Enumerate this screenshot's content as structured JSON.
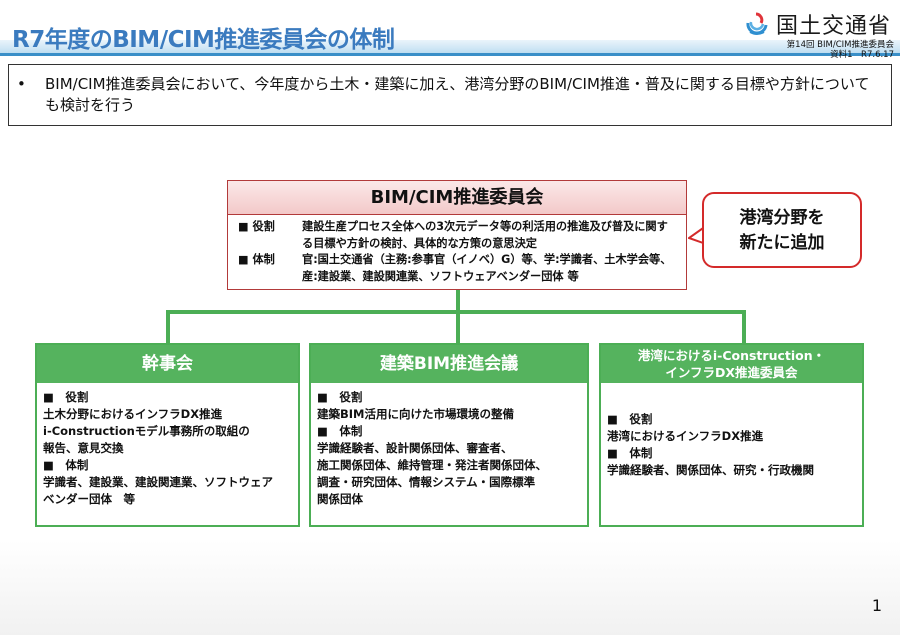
{
  "header": {
    "title": "R7年度のBIM/CIM推進委員会の体制",
    "ministry": "国土交通省",
    "meeting": "第14回 BIM/CIM推進委員会",
    "doc_ref": "資料1　R7.6.17",
    "logo_icon": "mlit-logo-icon",
    "title_color": "#3b7bbf"
  },
  "summary": {
    "bullet": "•",
    "text": "BIM/CIM推進委員会において、今年度から土木・建築に加え、港湾分野のBIM/CIM推進・普及に関する目標や方針についても検討を行う"
  },
  "main_committee": {
    "name": "BIM/CIM推進委員会",
    "role_label": "■ 役割",
    "role_text": "建設生産プロセス全体への3次元データ等の利活用の推進及び普及に関する目標や方針の検討、具体的な方策の意思決定",
    "structure_label": "■ 体制",
    "structure_text": "官:国土交通省（主務:参事官（イノベ）G）等、学:学識者、土木学会等、産:建設業、建設関連業、ソフトウェアベンダー団体 等",
    "border_color": "#b23a3a"
  },
  "callout": {
    "line1": "港湾分野を",
    "line2": "新たに追加",
    "border_color": "#d42a2a"
  },
  "subcommittees": [
    {
      "name": "幹事会",
      "role_label": "■　役割",
      "role_lines": [
        "土木分野におけるインフラDX推進",
        "i-Constructionモデル事務所の取組の",
        "報告、意見交換"
      ],
      "structure_label": "■　体制",
      "structure_lines": [
        "学識者、建設業、建設関連業、ソフトウェア",
        "ベンダー団体　等"
      ]
    },
    {
      "name": "建築BIM推進会議",
      "role_label": "■　役割",
      "role_lines": [
        "建築BIM活用に向けた市場環境の整備"
      ],
      "structure_label": "■　体制",
      "structure_lines": [
        "学識経験者、設計関係団体、審査者、",
        "施工関係団体、維持管理・発注者関係団体、",
        "調査・研究団体、情報システム・国際標準",
        "関係団体"
      ]
    },
    {
      "name_line1": "港湾におけるi-Construction・",
      "name_line2": "インフラDX推進委員会",
      "role_label": "■　役割",
      "role_lines": [
        "港湾におけるインフラDX推進"
      ],
      "structure_label": "■　体制",
      "structure_lines": [
        "学識経験者、関係団体、研究・行政機関"
      ]
    }
  ],
  "colors": {
    "green": "#4cae55",
    "green_head": "#55b35e"
  },
  "page_number": "1"
}
